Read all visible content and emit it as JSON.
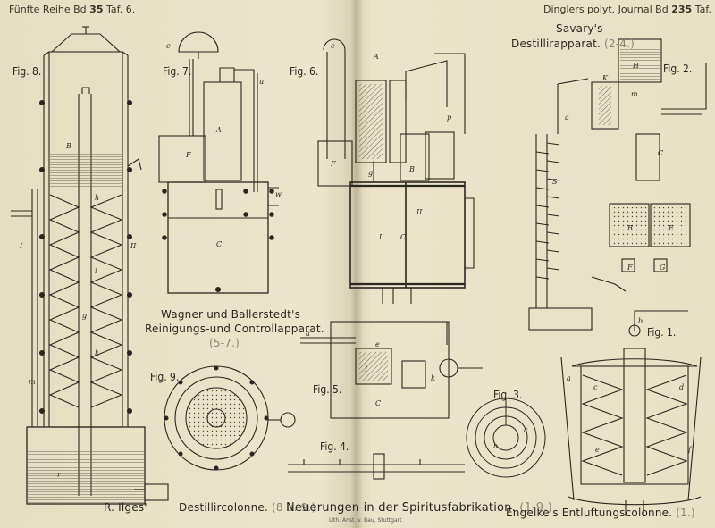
{
  "header": {
    "left_series": "Fünfte Reihe Bd",
    "left_volume": "35",
    "left_plate": "Taf. 6.",
    "right_journal": "Dinglers polyt. Journal Bd",
    "right_volume": "235",
    "right_plate": "Taf. 6."
  },
  "figures": {
    "fig1": "Fig. 1.",
    "fig2": "Fig. 2.",
    "fig3": "Fig. 3.",
    "fig4": "Fig. 4.",
    "fig5": "Fig. 5.",
    "fig6": "Fig. 6.",
    "fig7": "Fig. 7.",
    "fig8": "Fig. 8.",
    "fig9": "Fig. 9."
  },
  "titles": {
    "savary_line1": "Savary's",
    "savary_line2": "Destillirapparat.",
    "savary_range": "(2-4.)",
    "wagner_line1": "Wagner und Ballerstedt's",
    "wagner_line2": "Reinigungs-und Controllapparat.",
    "wagner_range": "(5-7.)",
    "ilges_name": "R. Ilges'",
    "ilges_title": "Destillircolonne.",
    "ilges_range": "(8 u. 9.)",
    "main_title": "Neuerungen in der Spiritusfabrikation.",
    "main_range": "(1-9.)",
    "engelke_title": "Engelke's Entluftungscolonne.",
    "engelke_range": "(1.)"
  },
  "component_letters": {
    "fig8": [
      "B",
      "g",
      "h",
      "i",
      "k",
      "I",
      "II",
      "m",
      "r"
    ],
    "fig7": [
      "A",
      "F",
      "C",
      "e",
      "u",
      "w"
    ],
    "fig6": [
      "A",
      "B",
      "C",
      "F",
      "I",
      "II",
      "g",
      "e",
      "p"
    ],
    "fig2": [
      "H",
      "K",
      "C",
      "S",
      "B",
      "E",
      "F",
      "G",
      "a",
      "m"
    ],
    "fig5": [
      "a",
      "e",
      "C",
      "I",
      "k"
    ],
    "fig3": [
      "b",
      "c"
    ],
    "fig1": [
      "a",
      "b",
      "c",
      "d",
      "e",
      "f"
    ]
  },
  "engraver_note": "Lith. Anst. v. Bau, Stuttgart"
}
